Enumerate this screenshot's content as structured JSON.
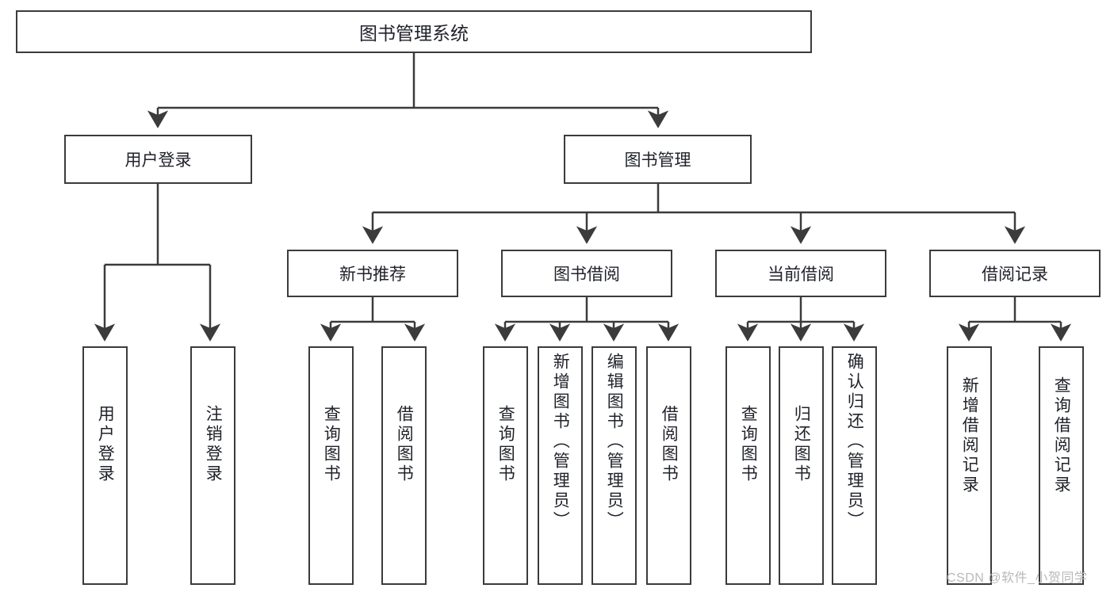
{
  "diagram": {
    "title": "图书管理系统",
    "type": "tree-hierarchy-chart",
    "root": {
      "label": "图书管理系统"
    },
    "level1": [
      {
        "label": "用户登录"
      },
      {
        "label": "图书管理"
      }
    ],
    "level2": [
      {
        "label": "新书推荐"
      },
      {
        "label": "图书借阅"
      },
      {
        "label": "当前借阅"
      },
      {
        "label": "借阅记录"
      }
    ],
    "leaves": [
      {
        "label": "用户登录"
      },
      {
        "label": "注销登录"
      },
      {
        "label": "查询图书"
      },
      {
        "label": "借阅图书"
      },
      {
        "label": "查询图书"
      },
      {
        "label": "新增图书（管理员）"
      },
      {
        "label": "编辑图书（管理员）"
      },
      {
        "label": "借阅图书"
      },
      {
        "label": "查询图书"
      },
      {
        "label": "归还图书"
      },
      {
        "label": "确认归还（管理员）"
      },
      {
        "label": "新增借阅记录"
      },
      {
        "label": "查询借阅记录"
      }
    ]
  },
  "watermark": {
    "text": "CSDN @软件_小贺同学"
  },
  "colors": {
    "stroke": "#3b3b3b",
    "fill": "#ffffff",
    "text": "#20232a",
    "watermark": "#b9b9b9"
  }
}
